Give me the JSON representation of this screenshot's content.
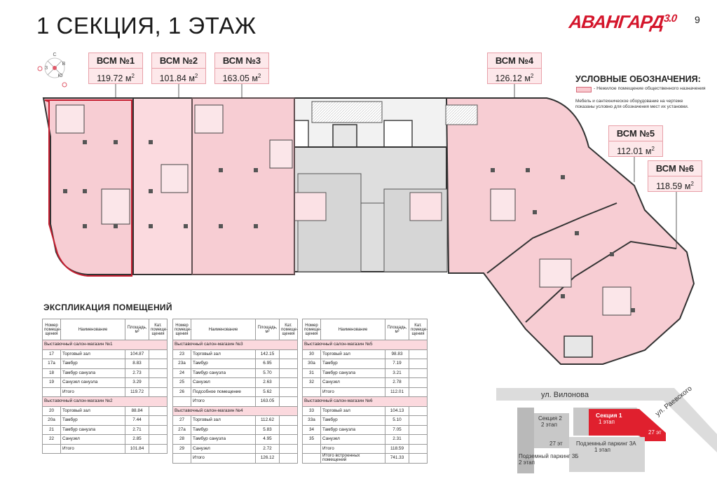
{
  "header": {
    "title": "1 СЕКЦИЯ, 1 ЭТАЖ",
    "brand": "АВАНГАРД",
    "brand_version": "3.0",
    "page_number": "9"
  },
  "compass": {
    "north": "С",
    "south": "Ю",
    "west": "З",
    "east": "В"
  },
  "units": [
    {
      "name": "ВСМ №1",
      "area": "119.72 м",
      "sup": "2"
    },
    {
      "name": "ВСМ №2",
      "area": "101.84 м",
      "sup": "2"
    },
    {
      "name": "ВСМ №3",
      "area": "163.05 м",
      "sup": "2"
    },
    {
      "name": "ВСМ №4",
      "area": "126.12 м",
      "sup": "2"
    },
    {
      "name": "ВСМ №5",
      "area": "112.01 м",
      "sup": "2"
    },
    {
      "name": "ВСМ №6",
      "area": "118.59 м",
      "sup": "2"
    }
  ],
  "legend": {
    "title": "УСЛОВНЫЕ ОБОЗНАЧЕНИЯ:",
    "swatch_label": "- Нежилое помещение общественного назначения",
    "note": "Мебель и сантехническое оборудование на чертеже показаны условно для обозначения мест их установки.",
    "swatch_color": "#f9c9cf"
  },
  "explication": {
    "title": "ЭКСПЛИКАЦИЯ ПОМЕЩЕНИЙ",
    "headers": {
      "num": "Номер помеще-щения",
      "name": "Наименование",
      "area": "Площадь, м²",
      "cat": "Кат. помеще-щения"
    },
    "tables": [
      {
        "rows": [
          {
            "type": "sec",
            "name": "Выставочный салон-магазин №1"
          },
          {
            "num": "17",
            "name": "Торговый зал",
            "area": "104.87",
            "cat": ""
          },
          {
            "num": "17а",
            "name": "Тамбур",
            "area": "8.83",
            "cat": ""
          },
          {
            "num": "18",
            "name": "Тамбур санузла",
            "area": "2.73",
            "cat": ""
          },
          {
            "num": "19",
            "name": "Санузел санузла",
            "area": "3.29",
            "cat": ""
          },
          {
            "type": "total",
            "name": "Итого",
            "area": "119.72"
          },
          {
            "type": "sec",
            "name": "Выставочный салон-магазин №2"
          },
          {
            "num": "20",
            "name": "Торговый зал",
            "area": "88.84",
            "cat": ""
          },
          {
            "num": "20а",
            "name": "Тамбур",
            "area": "7.44",
            "cat": ""
          },
          {
            "num": "21",
            "name": "Тамбур санузла",
            "area": "2.71",
            "cat": ""
          },
          {
            "num": "22",
            "name": "Санузел",
            "area": "2.85",
            "cat": ""
          },
          {
            "type": "total",
            "name": "Итого",
            "area": "101.84"
          }
        ]
      },
      {
        "rows": [
          {
            "type": "sec",
            "name": "Выставочный салон-магазин №3"
          },
          {
            "num": "23",
            "name": "Торговый зал",
            "area": "142.15",
            "cat": ""
          },
          {
            "num": "23а",
            "name": "Тамбур",
            "area": "6.95",
            "cat": ""
          },
          {
            "num": "24",
            "name": "Тамбур санузла",
            "area": "5.70",
            "cat": ""
          },
          {
            "num": "25",
            "name": "Санузел",
            "area": "2.63",
            "cat": ""
          },
          {
            "num": "26",
            "name": "Подсобное помещение",
            "area": "5.62",
            "cat": ""
          },
          {
            "type": "total",
            "name": "Итого",
            "area": "163.05"
          },
          {
            "type": "sec",
            "name": "Выставочный салон-магазин №4"
          },
          {
            "num": "27",
            "name": "Торговый зал",
            "area": "112.62",
            "cat": ""
          },
          {
            "num": "27а",
            "name": "Тамбур",
            "area": "5.83",
            "cat": ""
          },
          {
            "num": "28",
            "name": "Тамбур санузла",
            "area": "4.95",
            "cat": ""
          },
          {
            "num": "29",
            "name": "Санузел",
            "area": "2.72",
            "cat": ""
          },
          {
            "type": "total",
            "name": "Итого",
            "area": "126.12"
          }
        ]
      },
      {
        "rows": [
          {
            "type": "sec",
            "name": "Выставочный салон-магазин №5"
          },
          {
            "num": "30",
            "name": "Торговый зал",
            "area": "98.83",
            "cat": ""
          },
          {
            "num": "30а",
            "name": "Тамбур",
            "area": "7.19",
            "cat": ""
          },
          {
            "num": "31",
            "name": "Тамбур санузла",
            "area": "3.21",
            "cat": ""
          },
          {
            "num": "32",
            "name": "Санузел",
            "area": "2.78",
            "cat": ""
          },
          {
            "type": "total",
            "name": "Итого",
            "area": "112.01"
          },
          {
            "type": "sec",
            "name": "Выставочный салон-магазин №6"
          },
          {
            "num": "33",
            "name": "Торговый зал",
            "area": "104.13",
            "cat": ""
          },
          {
            "num": "33а",
            "name": "Тамбур",
            "area": "5.10",
            "cat": ""
          },
          {
            "num": "34",
            "name": "Тамбур санузла",
            "area": "7.05",
            "cat": ""
          },
          {
            "num": "35",
            "name": "Санузел",
            "area": "2.31",
            "cat": ""
          },
          {
            "type": "total",
            "name": "Итого",
            "area": "118.59"
          },
          {
            "type": "total",
            "name": "Итого встроенных помещений",
            "area": "741.33"
          }
        ]
      }
    ]
  },
  "site_map": {
    "street_1": "ул. Вилонова",
    "street_2": "ул. Раевского",
    "section_2": "Секция 2",
    "section_2_phase": "2 этап",
    "section_2_floors": "27 эт",
    "section_1": "Секция 1",
    "section_1_phase": "1 этап",
    "section_1_floors": "27 эт",
    "parking_3a": "Подземный паркинг 3А",
    "parking_3a_phase": "1 этап",
    "parking_3b": "Подземный паркинг 3Б",
    "parking_3b_phase": "2 этап",
    "highlight_color": "#e0202e"
  }
}
